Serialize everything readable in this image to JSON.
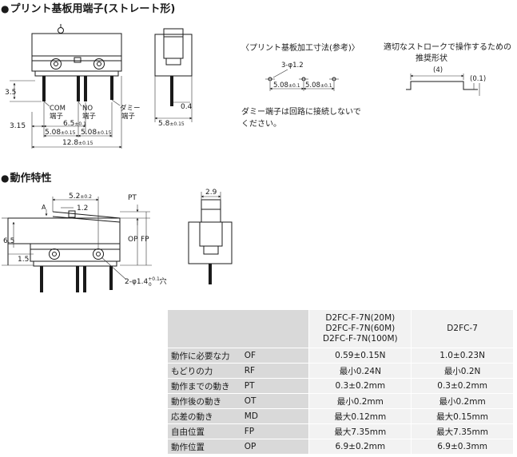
{
  "headings": {
    "pcb_terminal": "プリント基板用端子(ストレート形)",
    "operating_characteristics": "動作特性"
  },
  "top_drawing": {
    "dim_3_5": "3.5",
    "dim_3_15": "3.15",
    "dim_6_5": "6.5",
    "dim_6_5_tol": "±0.1",
    "dim_5_08_a": "5.08",
    "dim_5_08_b": "5.08",
    "dim_5_08_tol": "±0.15",
    "dim_12_8": "12.8",
    "dim_12_8_tol": "±0.15",
    "com_label": "COM",
    "com_sub": "端子",
    "no_label": "NO",
    "no_sub": "端子",
    "dummy_label": "ダミー",
    "dummy_sub": "端子"
  },
  "side_drawing": {
    "dim_0_4": "0.4",
    "dim_5_8": "5.8",
    "dim_5_8_tol": "±0.15"
  },
  "pcb_layout": {
    "title": "〈プリント基板加工寸法(参考)〉",
    "holes": "3-φ1.2",
    "dim_a": "5.08",
    "dim_b": "5.08",
    "tol": "±0.1"
  },
  "stroke_shape": {
    "title_line1": "適切なストロークで操作するための",
    "title_line2": "推奨形状",
    "dim_4": "(4)",
    "dim_0_1": "(0.1)"
  },
  "dummy_note": {
    "line1": "ダミー端子は回路に接続しないで",
    "line2": "ください。"
  },
  "op_drawing": {
    "dim_5_2": "5.2",
    "dim_5_2_tol": "±0.2",
    "dim_1_2": "1.2",
    "label_a": "A",
    "label_pt": "PT",
    "label_op": "OP",
    "label_fp": "FP",
    "dim_6_5": "6.5",
    "dim_1_5": "1.5",
    "hole": "2-φ1.4",
    "hole_tol_top": "+0.1",
    "hole_tol_bottom": "0",
    "hole_suffix": "穴"
  },
  "op_side": {
    "dim_2_9": "2.9"
  },
  "spec_table": {
    "model_1_line1": "D2FC-F-7N(20M)",
    "model_1_line2": "D2FC-F-7N(60M)",
    "model_1_line3": "D2FC-F-7N(100M)",
    "model_2": "D2FC-7",
    "rows": [
      {
        "label": "動作に必要な力",
        "sym": "OF",
        "v1": "0.59±0.15N",
        "v2": "1.0±0.23N"
      },
      {
        "label": "もどりの力",
        "sym": "RF",
        "v1": "最小0.24N",
        "v2": "最小0.2N"
      },
      {
        "label": "動作までの動き",
        "sym": "PT",
        "v1": "0.3±0.2mm",
        "v2": "0.3±0.2mm"
      },
      {
        "label": "動作後の動き",
        "sym": "OT",
        "v1": "最小0.2mm",
        "v2": "最小0.2mm"
      },
      {
        "label": "応差の動き",
        "sym": "MD",
        "v1": "最大0.12mm",
        "v2": "最大0.15mm"
      },
      {
        "label": "自由位置",
        "sym": "FP",
        "v1": "最大7.35mm",
        "v2": "最大7.35mm"
      },
      {
        "label": "動作位置",
        "sym": "OP",
        "v1": "6.9±0.2mm",
        "v2": "6.9±0.3mm"
      }
    ]
  }
}
